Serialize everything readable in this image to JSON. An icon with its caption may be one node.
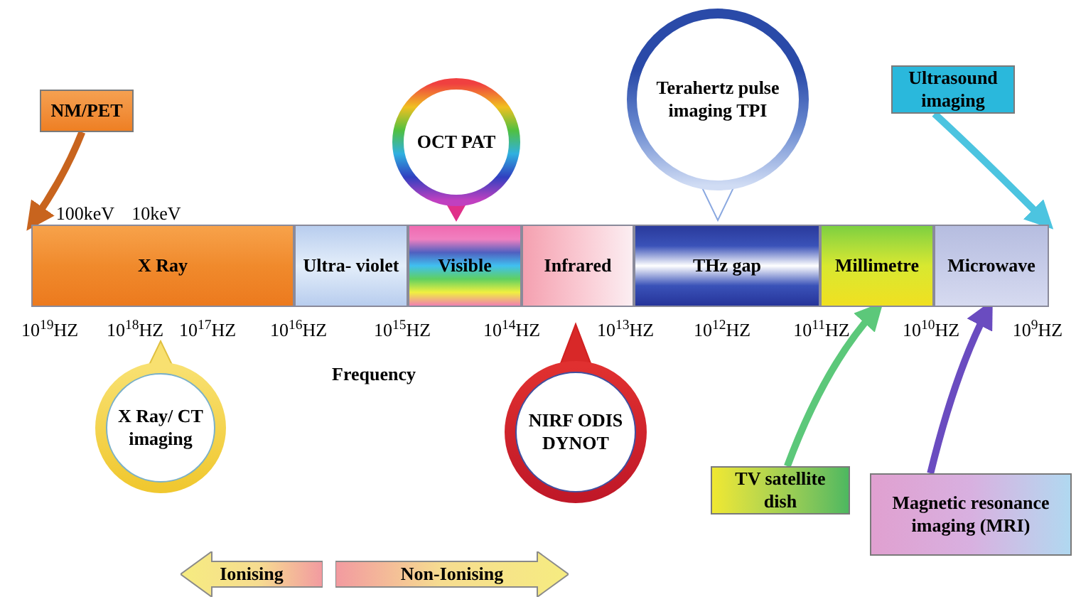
{
  "diagram": {
    "nodes": [
      {
        "text": [
          "X Ray"
        ]
      },
      {
        "text": [
          "Ultra- violet"
        ]
      },
      {
        "text": [
          "Visible"
        ]
      },
      {
        "text": [
          "Infrared"
        ]
      },
      {
        "text": [
          "THz gap"
        ]
      },
      {
        "text": [
          "Millimetre"
        ]
      },
      {
        "text": [
          "Microwave"
        ]
      },
      {
        "text": [
          "NM/PET"
        ]
      },
      {
        "text": [
          "OCT PAT"
        ]
      },
      {
        "text": [
          "Terahertz pulse imaging TPI"
        ]
      },
      {
        "text": [
          "Ultrasound imaging"
        ]
      },
      {
        "text": [
          "X Ray/ CT imaging"
        ]
      },
      {
        "text": [
          "NIRF ODIS DYNOT"
        ]
      },
      {
        "text": [
          "TV satellite dish"
        ]
      },
      {
        "text": [
          "Magnetic resonance imaging (MRI)"
        ]
      },
      {
        "text": [
          "Ionising"
        ]
      },
      {
        "text": [
          "Non-Ionising"
        ]
      }
    ],
    "edges": [
      {
        "from": 7,
        "to": 0,
        "arrow": "to",
        "color": "#c8641e"
      },
      {
        "from": 10,
        "to": 6,
        "arrow": "to",
        "color": "#4cc4e0"
      },
      {
        "from": 13,
        "to": 5,
        "arrow": "to",
        "color": "#5cc87a"
      },
      {
        "from": 14,
        "to": 6,
        "arrow": "to",
        "color": "#6a4cc0"
      }
    ],
    "labels": [
      "100keV",
      "10keV",
      "10$^{19}$HZ",
      "10$^{18}$HZ",
      "10$^{17}$HZ",
      "10$^{16}$HZ",
      "10$^{15}$HZ",
      "10$^{14}$HZ",
      "10$^{13}$HZ",
      "10$^{12}$HZ",
      "10$^{11}$HZ",
      "10$^{10}$HZ",
      "10$^{9}$HZ",
      "Frequency"
    ]
  }
}
